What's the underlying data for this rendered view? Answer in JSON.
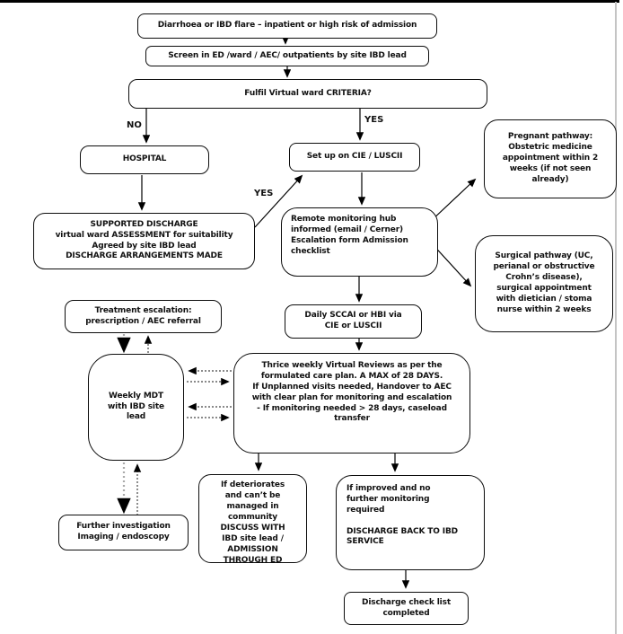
{
  "page": {
    "bg": "#ffffff",
    "top_border_color": "#000000",
    "right_border_color": "#c4c4c4",
    "box_border_color": "#0d0d0d",
    "arrow_color": "#000000",
    "dotted_arrow_color": "#444444",
    "dotted_gray_arrow_color": "#aaaaaa"
  },
  "labels": {
    "no": "NO",
    "yes_top": "YES",
    "yes_diag": "YES"
  },
  "nodes": {
    "diarrhoea": "Diarrhoea or IBD flare – inpatient or high risk of admission",
    "screen": "Screen in ED /ward / AEC/ outpatients by site IBD lead",
    "criteria": "Fulfil Virtual ward CRITERIA?",
    "hospital": "HOSPITAL",
    "setup": "Set up on CIE / LUSCII",
    "supported": "SUPPORTED DISCHARGE\nvirtual ward ASSESSMENT for suitability\nAgreed by site IBD lead\nDISCHARGE ARRANGEMENTS MADE",
    "remote": "Remote monitoring hub\ninformed (email / Cerner)\nEscalation form Admission\nchecklist",
    "pregnant": "Pregnant pathway:\nObstetric medicine\nappointment within 2\nweeks (if not seen\nalready)",
    "surgical": "Surgical pathway (UC,\nperianal or obstructive\nCrohn’s disease),\nsurgical appointment\nwith dietician / stoma\nnurse within 2 weeks",
    "daily": "Daily SCCAI or HBI via\nCIE or LUSCII",
    "treatment": "Treatment escalation:\nprescription / AEC referral",
    "mdt": "Weekly MDT\nwith IBD site\nlead",
    "reviews": "Thrice weekly Virtual Reviews as per the\nformulated care plan. A MAX of 28 DAYS.\nIf Unplanned visits needed, Handover to AEC\nwith clear plan for monitoring and escalation\n- If monitoring needed > 28 days, caseload\ntransfer",
    "deteriorates": "If deteriorates\nand can’t be\nmanaged in\ncommunity\nDISCUSS WITH\nIBD site lead /\nADMISSION\nTHROUGH ED",
    "improved": "If improved and no\nfurther monitoring\nrequired\n\nDISCHARGE BACK TO IBD\nSERVICE",
    "further": "Further investigation\nImaging / endoscopy",
    "checklist": "Discharge check list\ncompleted"
  }
}
